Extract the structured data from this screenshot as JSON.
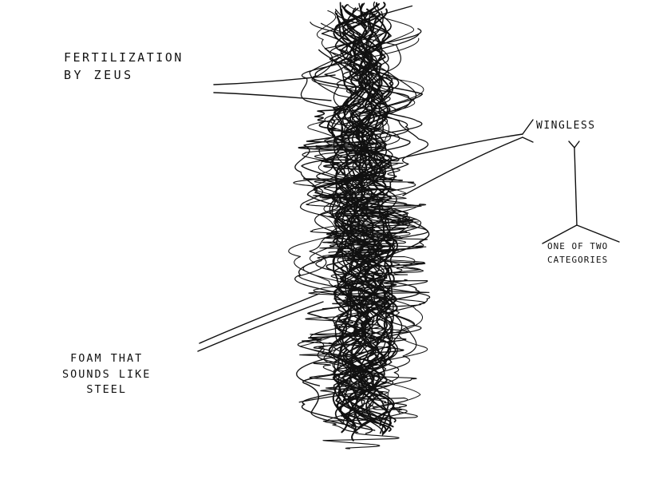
{
  "labels": {
    "fertilization": [
      "FERTILIZATION",
      "BY ZEUS"
    ],
    "foam": [
      "FOAM THAT",
      "SOUNDS LIKE",
      "STEEL"
    ],
    "wingless": [
      "WINGLESS"
    ],
    "categories": [
      "ONE OF TWO",
      "CATEGORIES"
    ]
  },
  "colors": {
    "ink": "#111111",
    "paper": "#ffffff"
  }
}
